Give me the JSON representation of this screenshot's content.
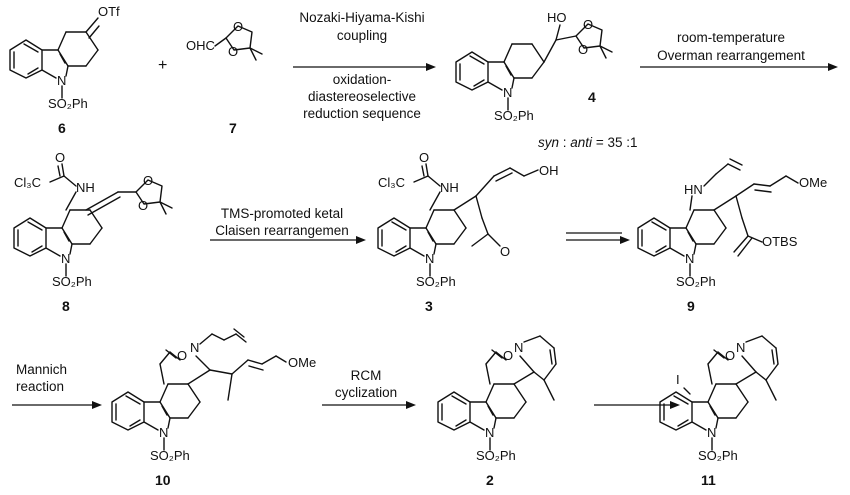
{
  "compounds": {
    "c6": {
      "label": "6",
      "otf": "OTf",
      "n": "N",
      "so2ph": "SO₂Ph"
    },
    "c7": {
      "label": "7",
      "cho": "OHC",
      "o1": "O",
      "o2": "O"
    },
    "c4": {
      "label": "4",
      "ho": "HO",
      "o1": "O",
      "o2": "O",
      "n": "N",
      "so2ph": "SO₂Ph",
      "ratio_syn": "syn",
      "ratio_sep": " : ",
      "ratio_anti": "anti",
      "ratio_val": " = 35 :1"
    },
    "c8": {
      "label": "8",
      "o": "O",
      "nh": "NH",
      "ccl3": "Cl₃C",
      "o1": "O",
      "o2": "O",
      "n": "N",
      "so2ph": "SO₂Ph"
    },
    "c3": {
      "label": "3",
      "o": "O",
      "nh": "NH",
      "ccl3": "Cl₃C",
      "oh": "OH",
      "o2": "O",
      "n": "N",
      "so2ph": "SO₂Ph"
    },
    "c9": {
      "label": "9",
      "hn": "HN",
      "ome": "OMe",
      "otbs": "OTBS",
      "n": "N",
      "so2ph": "SO₂Ph"
    },
    "c10": {
      "label": "10",
      "o": "O",
      "n_amine": "N",
      "ome": "OMe",
      "n": "N",
      "so2ph": "SO₂Ph"
    },
    "c2": {
      "label": "2",
      "o": "O",
      "n_amine": "N",
      "n": "N",
      "so2ph": "SO₂Ph"
    },
    "c11": {
      "label": "11",
      "i": "I",
      "o": "O",
      "n_amine": "N",
      "n": "N",
      "so2ph": "SO₂Ph"
    }
  },
  "plus": "+",
  "arrows": {
    "a1_top": "Nozaki-Hiyama-Kishi",
    "a1_top2": "coupling",
    "a1_bot1": "oxidation-",
    "a1_bot2": "diastereoselective",
    "a1_bot3": "reduction sequence",
    "a2_top1": "room-temperature",
    "a2_top2": "Overman rearrangement",
    "a3_top1": "TMS-promoted ketal",
    "a3_top2": "Claisen rearrangemen",
    "a5_top1": "Mannich",
    "a5_top2": "reaction",
    "a6_top1": "RCM",
    "a6_top2": "cyclization"
  }
}
